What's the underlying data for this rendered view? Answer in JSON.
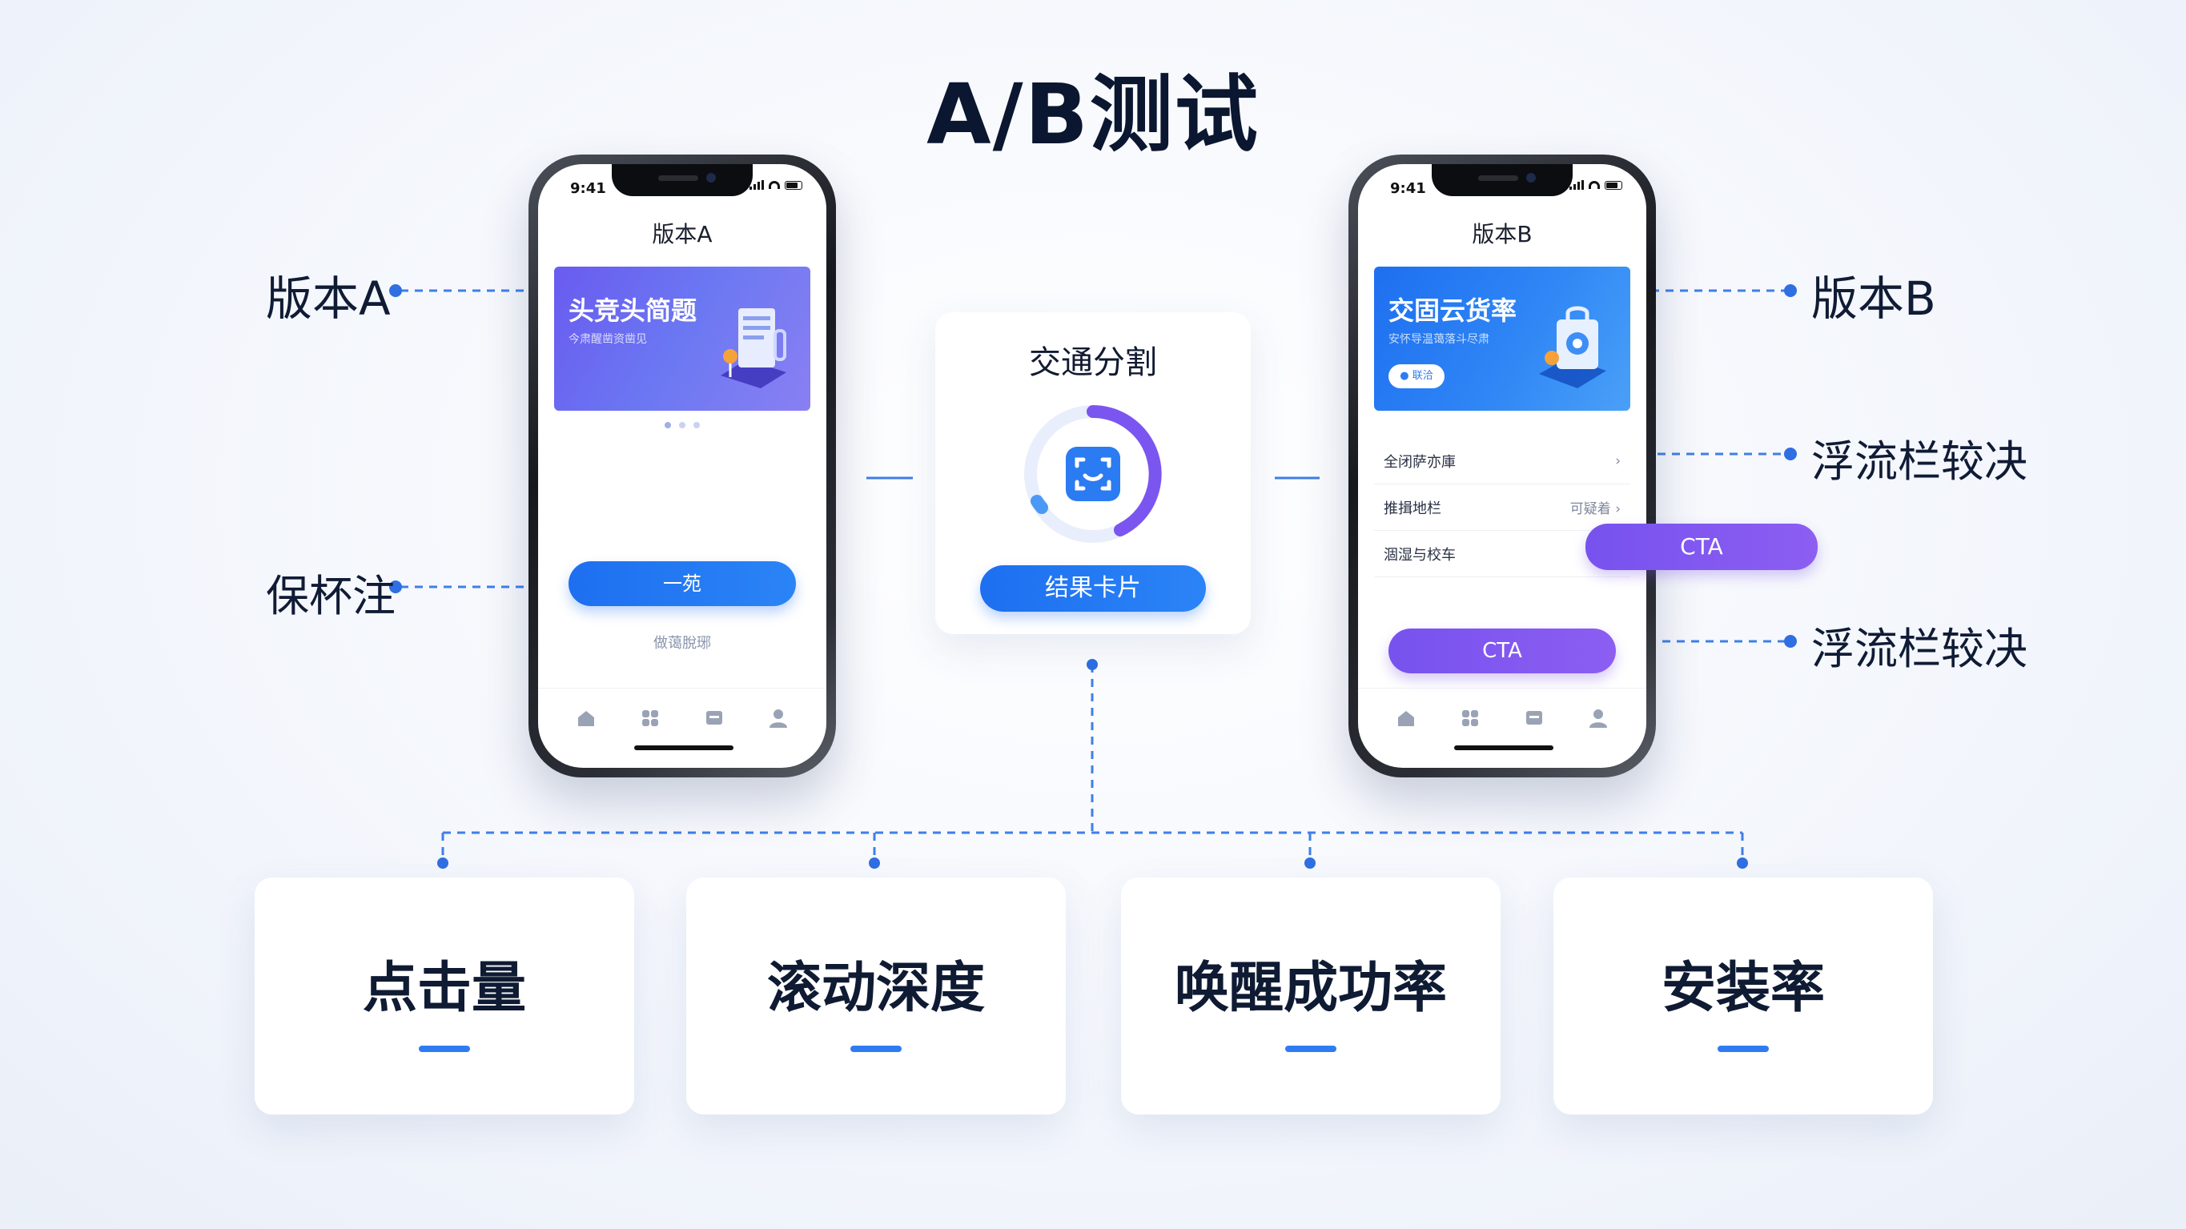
{
  "title": "A/B测试",
  "labels": {
    "version_a": "版本A",
    "retain": "保杯注",
    "version_b": "版本B",
    "float_1": "浮流栏较决",
    "float_2": "浮流栏较决"
  },
  "phone_a": {
    "time": "9:41",
    "screen_title": "版本A",
    "banner_title": "头竞头简题",
    "banner_sub": "今肃醒凿资凿见",
    "primary_button": "一苑",
    "sub_link": "做蔼脫琊"
  },
  "phone_b": {
    "time": "9:41",
    "screen_title": "版本B",
    "banner_title": "交固云货率",
    "banner_sub": "安怀导温蔼落斗尽肃",
    "banner_pill": "● 联洽",
    "rows": [
      {
        "left": "全闭萨亦庫",
        "right": "›"
      },
      {
        "left": "推揖地栏",
        "right": "可疑着 ›"
      },
      {
        "left": "涸湿与校车",
        "right": ""
      }
    ],
    "floating_cta": "CTA",
    "cta_button": "CTA"
  },
  "split": {
    "title": "交通分割",
    "button": "结果卡片"
  },
  "metrics": [
    "点击量",
    "滚动深度",
    "唤醒成功率",
    "安装率"
  ],
  "colors": {
    "primary_blue": "#2f7cf2",
    "purple": "#7b55ef",
    "text_dark": "#0f1a33"
  }
}
